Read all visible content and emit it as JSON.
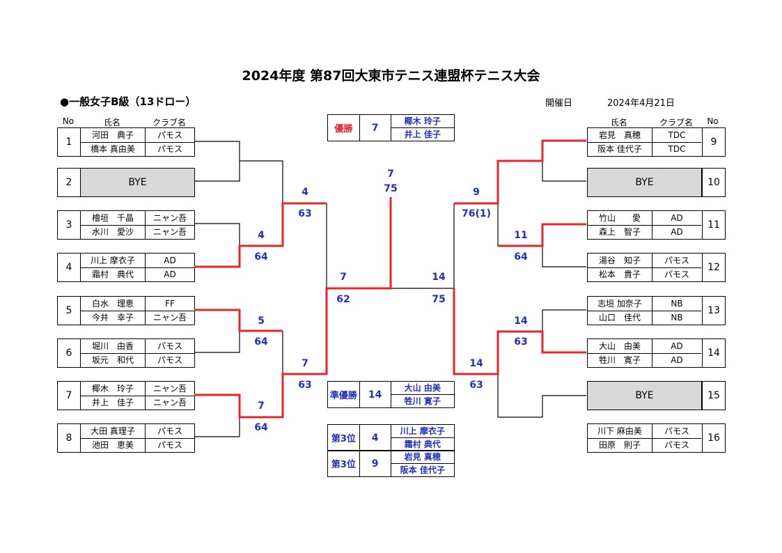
{
  "title": "2024年度 第87回大東市テニス連盟杯テニス大会",
  "category": "●一般女子B級（13ドロー）",
  "date_label": "開催日",
  "date_value": "2024年4月21日",
  "headers": {
    "no": "No",
    "name": "氏名",
    "club": "クラブ名"
  },
  "left_entries": [
    {
      "no": "1",
      "p1": "河田　典子",
      "c1": "パモス",
      "p2": "橋本 真由美",
      "c2": "パモス"
    },
    {
      "no": "2",
      "bye": "BYE"
    },
    {
      "no": "3",
      "p1": "檜垣　千晶",
      "c1": "ニャン吾",
      "p2": "水川　愛沙",
      "c2": "ニャン吾"
    },
    {
      "no": "4",
      "p1": "川上 摩衣子",
      "c1": "AD",
      "p2": "霜村　典代",
      "c2": "AD"
    },
    {
      "no": "5",
      "p1": "白水　理恵",
      "c1": "FF",
      "p2": "今井　幸子",
      "c2": "ニャン吾"
    },
    {
      "no": "6",
      "p1": "堀川　由香",
      "c1": "パモス",
      "p2": "坂元　和代",
      "c2": "パモス"
    },
    {
      "no": "7",
      "p1": "椰木　玲子",
      "c1": "ニャン吾",
      "p2": "井上　佳子",
      "c2": "ニャン吾"
    },
    {
      "no": "8",
      "p1": "大田 真理子",
      "c1": "パモス",
      "p2": "池田　恵美",
      "c2": "パモス"
    }
  ],
  "right_entries": [
    {
      "no": "9",
      "p1": "岩見　真穂",
      "c1": "TDC",
      "p2": "阪本 佳代子",
      "c2": "TDC"
    },
    {
      "no": "10",
      "bye": "BYE"
    },
    {
      "no": "11",
      "p1": "竹山　　愛",
      "c1": "AD",
      "p2": "森上　智子",
      "c2": "AD"
    },
    {
      "no": "12",
      "p1": "湯谷　知子",
      "c1": "パモス",
      "p2": "松本　貴子",
      "c2": "パモス"
    },
    {
      "no": "13",
      "p1": "志垣 加奈子",
      "c1": "NB",
      "p2": "山口　佳代",
      "c2": "NB"
    },
    {
      "no": "14",
      "p1": "大山　由美",
      "c1": "AD",
      "p2": "牲川　寛子",
      "c2": "AD"
    },
    {
      "no": "15",
      "bye": "BYE"
    },
    {
      "no": "16",
      "p1": "川下 麻由美",
      "c1": "パモス",
      "p2": "田原　則子",
      "c2": "パモス"
    }
  ],
  "scores": {
    "l_r2a_w": "4",
    "l_r2a_s": "64",
    "l_r2b_w": "5",
    "l_r2b_s": "64",
    "l_r2c_w": "7",
    "l_r2c_s": "64",
    "l_qf1_w": "4",
    "l_qf1_s": "63",
    "l_qf2_w": "7",
    "l_qf2_s": "63",
    "l_sf_w": "7",
    "l_sf_s": "62",
    "f_w": "7",
    "f_s": "75",
    "r_sf_w": "14",
    "r_sf_s": "75",
    "r_qf1_w": "9",
    "r_qf1_s": "76(1)",
    "r_qf2_w": "14",
    "r_qf2_s": "63",
    "r_r2a_w": "11",
    "r_r2a_s": "64",
    "r_r2b_w": "14",
    "r_r2b_s": "63"
  },
  "results": {
    "winner": {
      "label": "優勝",
      "no": "7",
      "p1": "椰木 玲子",
      "p2": "井上 佳子",
      "label_color": "#e8242a"
    },
    "runner_up": {
      "label": "準優勝",
      "no": "14",
      "p1": "大山 由美",
      "p2": "牲川 寛子"
    },
    "third_a": {
      "label": "第3位",
      "no": "4",
      "p1": "川上 摩衣子",
      "p2": "霜村 典代"
    },
    "third_b": {
      "label": "第3位",
      "no": "9",
      "p1": "岩見 真穂",
      "p2": "阪本 佳代子"
    }
  },
  "colors": {
    "win_line": "#e8242a",
    "score_text": "#1f2fbf",
    "bye_fill": "#d9d9d9"
  }
}
